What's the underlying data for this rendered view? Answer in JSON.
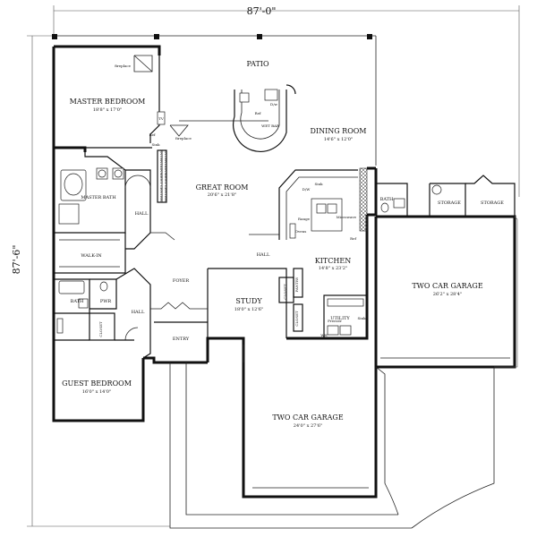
{
  "dimensions": {
    "width": "87'-0\"",
    "depth": "87'-6\""
  },
  "rooms": {
    "patio": {
      "name": "PATIO"
    },
    "master_bedroom": {
      "name": "MASTER BEDROOM",
      "size": "18'8\" x 17'0\""
    },
    "great_room": {
      "name": "GREAT ROOM",
      "size": "20'6\" x 21'8\""
    },
    "dining_room": {
      "name": "DINING ROOM",
      "size": "14'6\" x 12'0\""
    },
    "kitchen": {
      "name": "KITCHEN",
      "size": "14'8\" x 23'2\""
    },
    "study": {
      "name": "STUDY",
      "size": "18'0\" x 12'6\""
    },
    "utility": {
      "name": "UTILITY"
    },
    "two_car_garage_right": {
      "name": "TWO CAR GARAGE",
      "size": "26'2\" x 28'4\""
    },
    "two_car_garage_bottom": {
      "name": "TWO CAR GARAGE",
      "size": "24'0\" x 27'6\""
    },
    "guest_bedroom": {
      "name": "GUEST BEDROOM",
      "size": "16'0\" x 14'0\""
    },
    "master_bath": {
      "name": "MASTER BATH"
    },
    "walk_in": {
      "name": "WALK-IN"
    },
    "foyer": {
      "name": "FOYER"
    },
    "entry": {
      "name": "ENTRY"
    }
  },
  "labels": {
    "wet_bar": "WET BAR",
    "fireplace_master": "fireplace",
    "fireplace_great": "fireplace",
    "hall_left": "HALL",
    "hall_center": "HALL",
    "hall_guest": "HALL",
    "bath_guest": "BATH",
    "pwr": "PWR",
    "closet_guest": "CLOSET",
    "closet_study": "CLOSET",
    "closet_util": "CLOSET",
    "pantry": "PANTRY",
    "bath_garage": "BATH",
    "storage_1": "STORAGE",
    "storage_2": "STORAGE",
    "range": "Range",
    "microwave": "Microwave",
    "ref_kitchen": "Ref",
    "dw": "D/W",
    "sink_kitchen": "Sink",
    "ovens": "Ovens",
    "sink_util": "Sink",
    "freezer": "Freezer",
    "dw_bar": "D/w",
    "ref_bar": "Ref",
    "tv": "TV",
    "ref_master": "Ref",
    "sink_master": "Sink",
    "entertainment_center": "ENTERTAINMENT CENTER",
    "entertainment_center_2": "ENTERTAINMENT CENTER",
    "wh": "WH"
  }
}
